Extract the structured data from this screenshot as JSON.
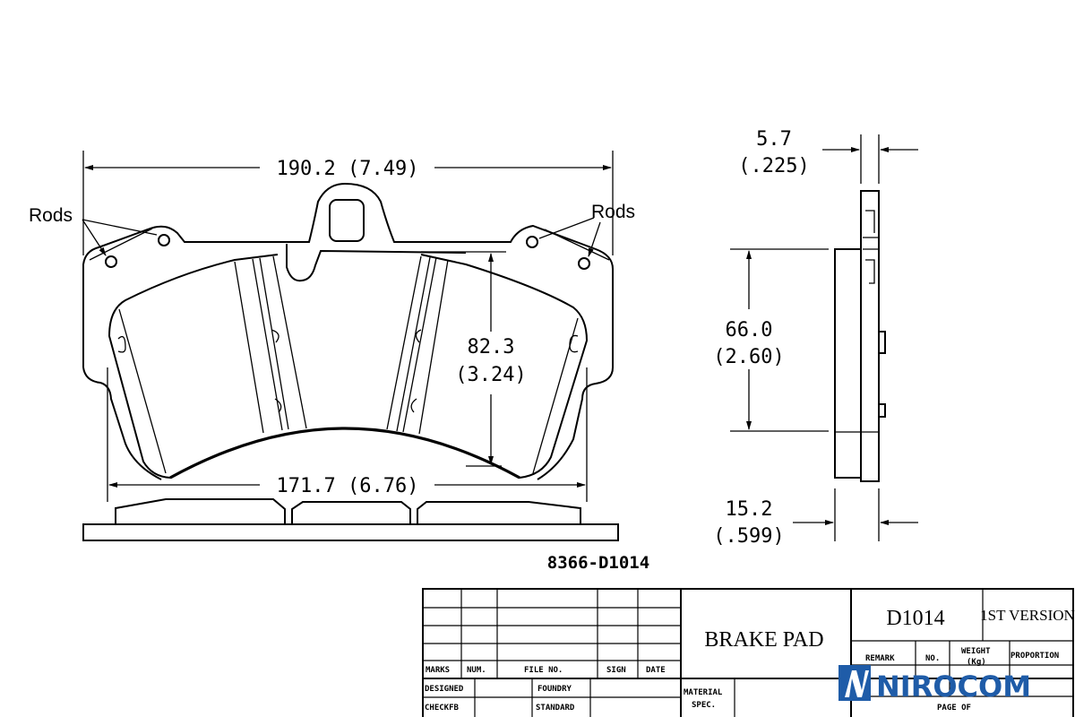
{
  "drawing": {
    "front_view": {
      "overall_width": "190.2 (7.49)",
      "friction_width": "171.7 (6.76)",
      "height_mm": "82.3",
      "height_in": "(3.24)",
      "rods_label_left": "Rods",
      "rods_label_right": "Rods"
    },
    "side_view": {
      "plate_thickness_mm": "5.7",
      "plate_thickness_in": "(.225)",
      "friction_height_mm": "66.0",
      "friction_height_in": "(2.60)",
      "total_thickness_mm": "15.2",
      "total_thickness_in": "(.599)"
    },
    "part_number": "8366-D1014"
  },
  "title_block": {
    "marks": "MARKS",
    "num": "NUM.",
    "file_no": "FILE NO.",
    "sign": "SIGN",
    "date": "DATE",
    "designed": "DESIGNED",
    "checked": "CHECKFB",
    "foundry": "FOUNDRY",
    "standard": "STANDARD",
    "material_1": "MATERIAL",
    "material_2": "SPEC.",
    "title": "BRAKE PAD",
    "code": "D1014",
    "version": "1ST VERSION",
    "remark": "REMARK",
    "no": "NO.",
    "weight_1": "WEIGHT",
    "weight_2": "(Kg)",
    "proportion": "PROPORTION",
    "page": "PAGE  OF"
  },
  "logo": {
    "text": "NIROCOM",
    "color": "#1f5ca8"
  }
}
